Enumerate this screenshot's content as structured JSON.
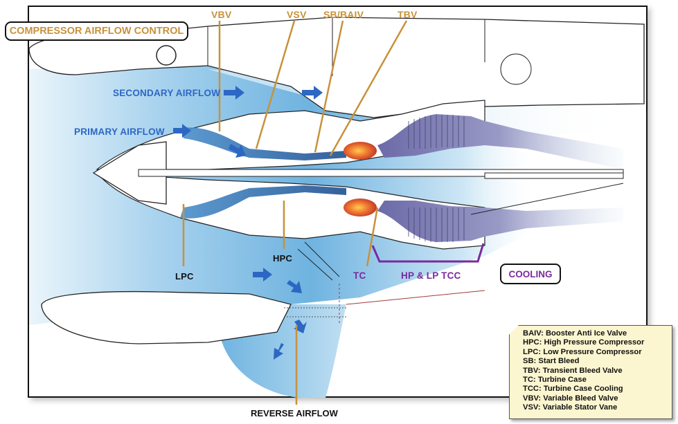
{
  "title": "COMPRESSOR AIRFLOW CONTROL",
  "colors": {
    "valve_label": "#c8913a",
    "airflow_label": "#2d67c4",
    "cooling_label": "#7a2a9c",
    "airflow_fill": "#6fb3e0",
    "exhaust_fill": "#7a78b0",
    "combustion": "#e8552a",
    "legend_bg": "#fbf6d0"
  },
  "valve_labels": {
    "vbv": "VBV",
    "vsv": "VSV",
    "sb_baiv": "SB/BAIV",
    "tbv": "TBV"
  },
  "airflow_labels": {
    "secondary": "SECONDARY AIRFLOW",
    "primary": "PRIMARY AIRFLOW",
    "reverse": "REVERSE AIRFLOW"
  },
  "component_labels": {
    "lpc": "LPC",
    "hpc": "HPC",
    "tc": "TC",
    "hp_lp_tcc": "HP & LP TCC"
  },
  "cooling_label": "COOLING",
  "legend": [
    "BAIV: Booster Anti Ice Valve",
    "HPC: High Pressure Compressor",
    "LPC: Low Pressure Compressor",
    "SB: Start Bleed",
    "TBV: Transient Bleed Valve",
    "TC: Turbine Case",
    "TCC: Turbine Case Cooling",
    "VBV: Variable Bleed Valve",
    "VSV: Variable Stator Vane"
  ]
}
